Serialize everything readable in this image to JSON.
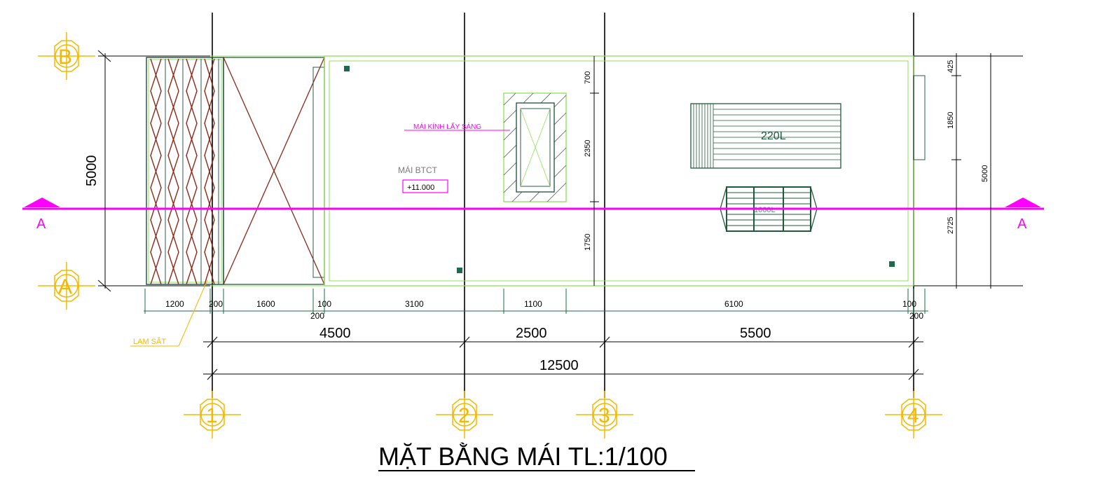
{
  "drawing": {
    "title": "MẶT BẰNG MÁI TL:1/100",
    "grid_axes_vertical": [
      "1",
      "2",
      "3",
      "4"
    ],
    "grid_axes_horizontal": [
      "B",
      "A"
    ],
    "section_marks": [
      "A",
      "A"
    ],
    "labels": {
      "roof_btct": "MÁI BTCT",
      "level": "+11.000",
      "glass_roof": "MÁI KÍNH LẤY SÁNG",
      "steel_louver": "LAM SẮT",
      "tank_220": "220L",
      "tank_1000": "1000L"
    },
    "dims_detail_bottom": [
      "1200",
      "200",
      "1600",
      "100",
      "200",
      "3100",
      "1100",
      "6100",
      "100",
      "200"
    ],
    "dims_axis_bottom": [
      "4500",
      "2500",
      "5500"
    ],
    "dim_total_bottom": "12500",
    "dim_left": "5000",
    "dims_right_inner": [
      "425",
      "1850",
      "2725"
    ],
    "dim_right_outer": "5000",
    "dims_middle": [
      "700",
      "2350",
      "1750"
    ]
  },
  "colors": {
    "axis_symbol": "#f5b800",
    "section": "#ff00ff",
    "roof_outline": "#8fe05a",
    "louver": "#8b2a1a",
    "equipment": "#1f5a3a"
  }
}
